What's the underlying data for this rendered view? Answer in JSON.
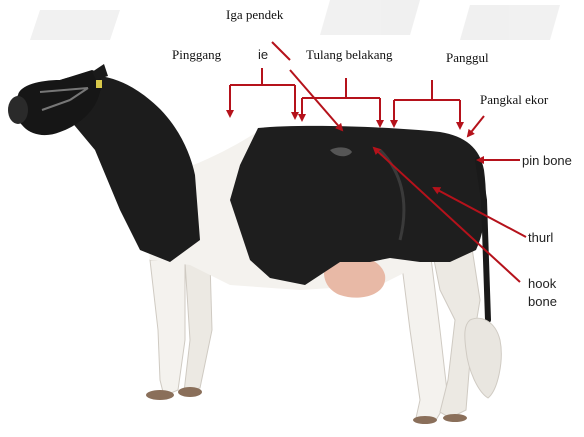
{
  "labels": {
    "iga_pendek": "Iga pendek",
    "pinggang": "Pinggang",
    "pinggang_fragment": "ie",
    "tulang_belakang": "Tulang belakang",
    "panggul": "Panggul",
    "pangkal_ekor": "Pangkal ekor",
    "pin_bone": "pin bone",
    "thurl": "thurl",
    "hook_bone_line1": "hook",
    "hook_bone_line2": "bone"
  },
  "colors": {
    "arrow": "#b5121b",
    "coat_black": "#1c1c1c",
    "coat_white": "#f4f2ee",
    "udder": "#e8b9a6"
  },
  "image": {
    "subject": "holstein-cow-side-view"
  }
}
